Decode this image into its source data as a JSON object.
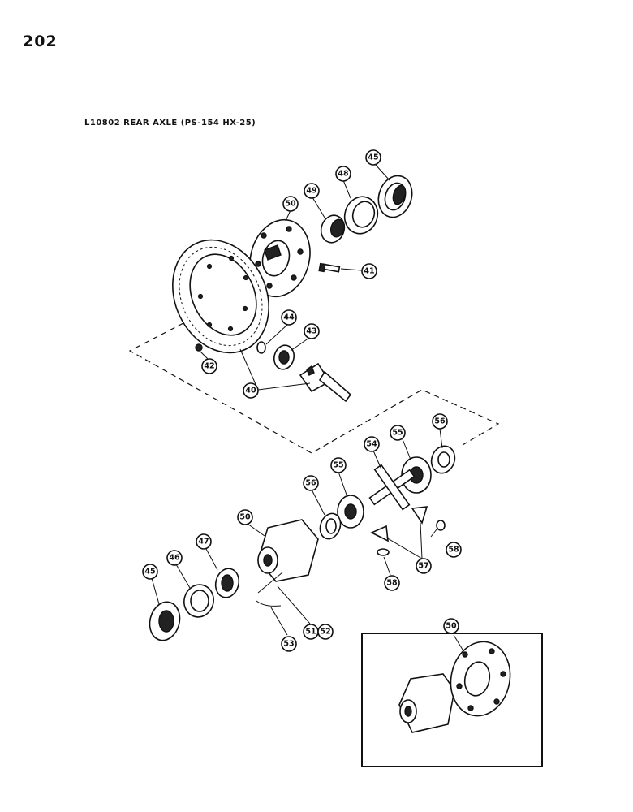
{
  "page": {
    "number": "202",
    "title": "L10802 REAR AXLE (PS-154 HX-25)"
  },
  "callouts": [
    {
      "id": "45a",
      "label": "45"
    },
    {
      "id": "48",
      "label": "48"
    },
    {
      "id": "49",
      "label": "49"
    },
    {
      "id": "50a",
      "label": "50"
    },
    {
      "id": "41",
      "label": "41"
    },
    {
      "id": "44",
      "label": "44"
    },
    {
      "id": "43",
      "label": "43"
    },
    {
      "id": "42",
      "label": "42"
    },
    {
      "id": "40",
      "label": "40"
    },
    {
      "id": "56a",
      "label": "56"
    },
    {
      "id": "55a",
      "label": "55"
    },
    {
      "id": "54",
      "label": "54"
    },
    {
      "id": "55b",
      "label": "55"
    },
    {
      "id": "56b",
      "label": "56"
    },
    {
      "id": "50b",
      "label": "50"
    },
    {
      "id": "47",
      "label": "47"
    },
    {
      "id": "46",
      "label": "46"
    },
    {
      "id": "45b",
      "label": "45"
    },
    {
      "id": "58a",
      "label": "58"
    },
    {
      "id": "57",
      "label": "57"
    },
    {
      "id": "58b",
      "label": "58"
    },
    {
      "id": "51",
      "label": "51"
    },
    {
      "id": "52",
      "label": "52"
    },
    {
      "id": "53",
      "label": "53"
    },
    {
      "id": "50c",
      "label": "50"
    }
  ]
}
